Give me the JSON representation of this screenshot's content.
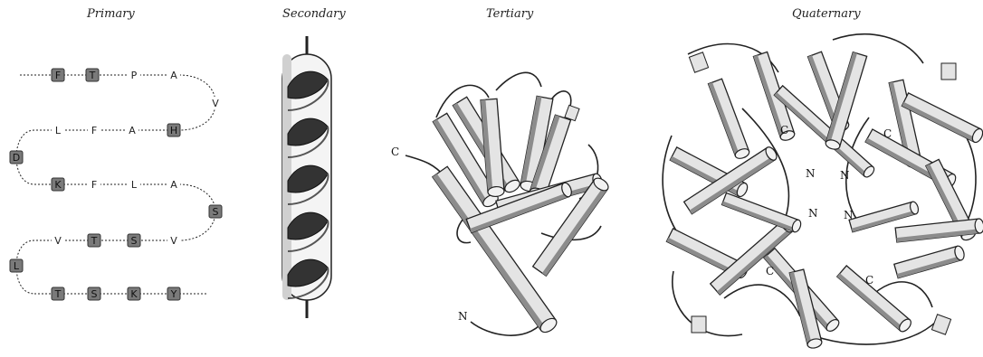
{
  "panels": {
    "primary": {
      "title": "Primary"
    },
    "secondary": {
      "title": "Secondary"
    },
    "tertiary": {
      "title": "Tertiary"
    },
    "quaternary": {
      "title": "Quaternary"
    }
  },
  "primary_sequence": [
    {
      "letter": "F",
      "shaded": true
    },
    {
      "letter": "T",
      "shaded": true
    },
    {
      "letter": "P",
      "shaded": false
    },
    {
      "letter": "A",
      "shaded": false
    },
    {
      "letter": "V",
      "shaded": false
    },
    {
      "letter": "H",
      "shaded": true
    },
    {
      "letter": "A",
      "shaded": false
    },
    {
      "letter": "F",
      "shaded": false
    },
    {
      "letter": "L",
      "shaded": false
    },
    {
      "letter": "D",
      "shaded": true
    },
    {
      "letter": "K",
      "shaded": true
    },
    {
      "letter": "F",
      "shaded": false
    },
    {
      "letter": "L",
      "shaded": false
    },
    {
      "letter": "A",
      "shaded": false
    },
    {
      "letter": "S",
      "shaded": true
    },
    {
      "letter": "V",
      "shaded": false
    },
    {
      "letter": "S",
      "shaded": true
    },
    {
      "letter": "T",
      "shaded": true
    },
    {
      "letter": "V",
      "shaded": false
    },
    {
      "letter": "L",
      "shaded": true
    },
    {
      "letter": "T",
      "shaded": true
    },
    {
      "letter": "S",
      "shaded": true
    },
    {
      "letter": "K",
      "shaded": true
    },
    {
      "letter": "Y",
      "shaded": true
    }
  ],
  "tertiary_labels": {
    "c_terminus": "C",
    "n_terminus": "N"
  },
  "quaternary_labels": {
    "c_top_left": "C",
    "c_top_right": "C",
    "n_upper_left": "N",
    "n_upper_right": "N",
    "n_lower_left": "N",
    "n_lower_right": "N",
    "c_bottom_left": "C",
    "c_bottom_right": "C"
  },
  "colors": {
    "ink": "#111111",
    "residue_shaded": "#7a7a7a",
    "residue_plain": "#ffffff",
    "cylinder_fill": "#e4e4e4",
    "cylinder_shadow": "#8c8c8c"
  }
}
